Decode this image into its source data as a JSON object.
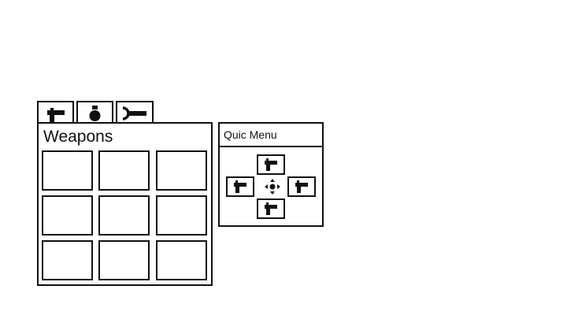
{
  "tabs": [
    {
      "id": "weapons",
      "icon": "hammer-icon"
    },
    {
      "id": "items",
      "icon": "pouch-icon"
    },
    {
      "id": "tools",
      "icon": "wrench-icon"
    }
  ],
  "inventory": {
    "title": "Weapons",
    "rows": 3,
    "columns": 3
  },
  "quick_menu": {
    "title": "Quic Menu",
    "slots": [
      {
        "direction": "up",
        "icon": "hammer-icon"
      },
      {
        "direction": "left",
        "icon": "hammer-icon"
      },
      {
        "direction": "right",
        "icon": "hammer-icon"
      },
      {
        "direction": "down",
        "icon": "hammer-icon"
      }
    ],
    "center_icon": "dpad-icon"
  }
}
